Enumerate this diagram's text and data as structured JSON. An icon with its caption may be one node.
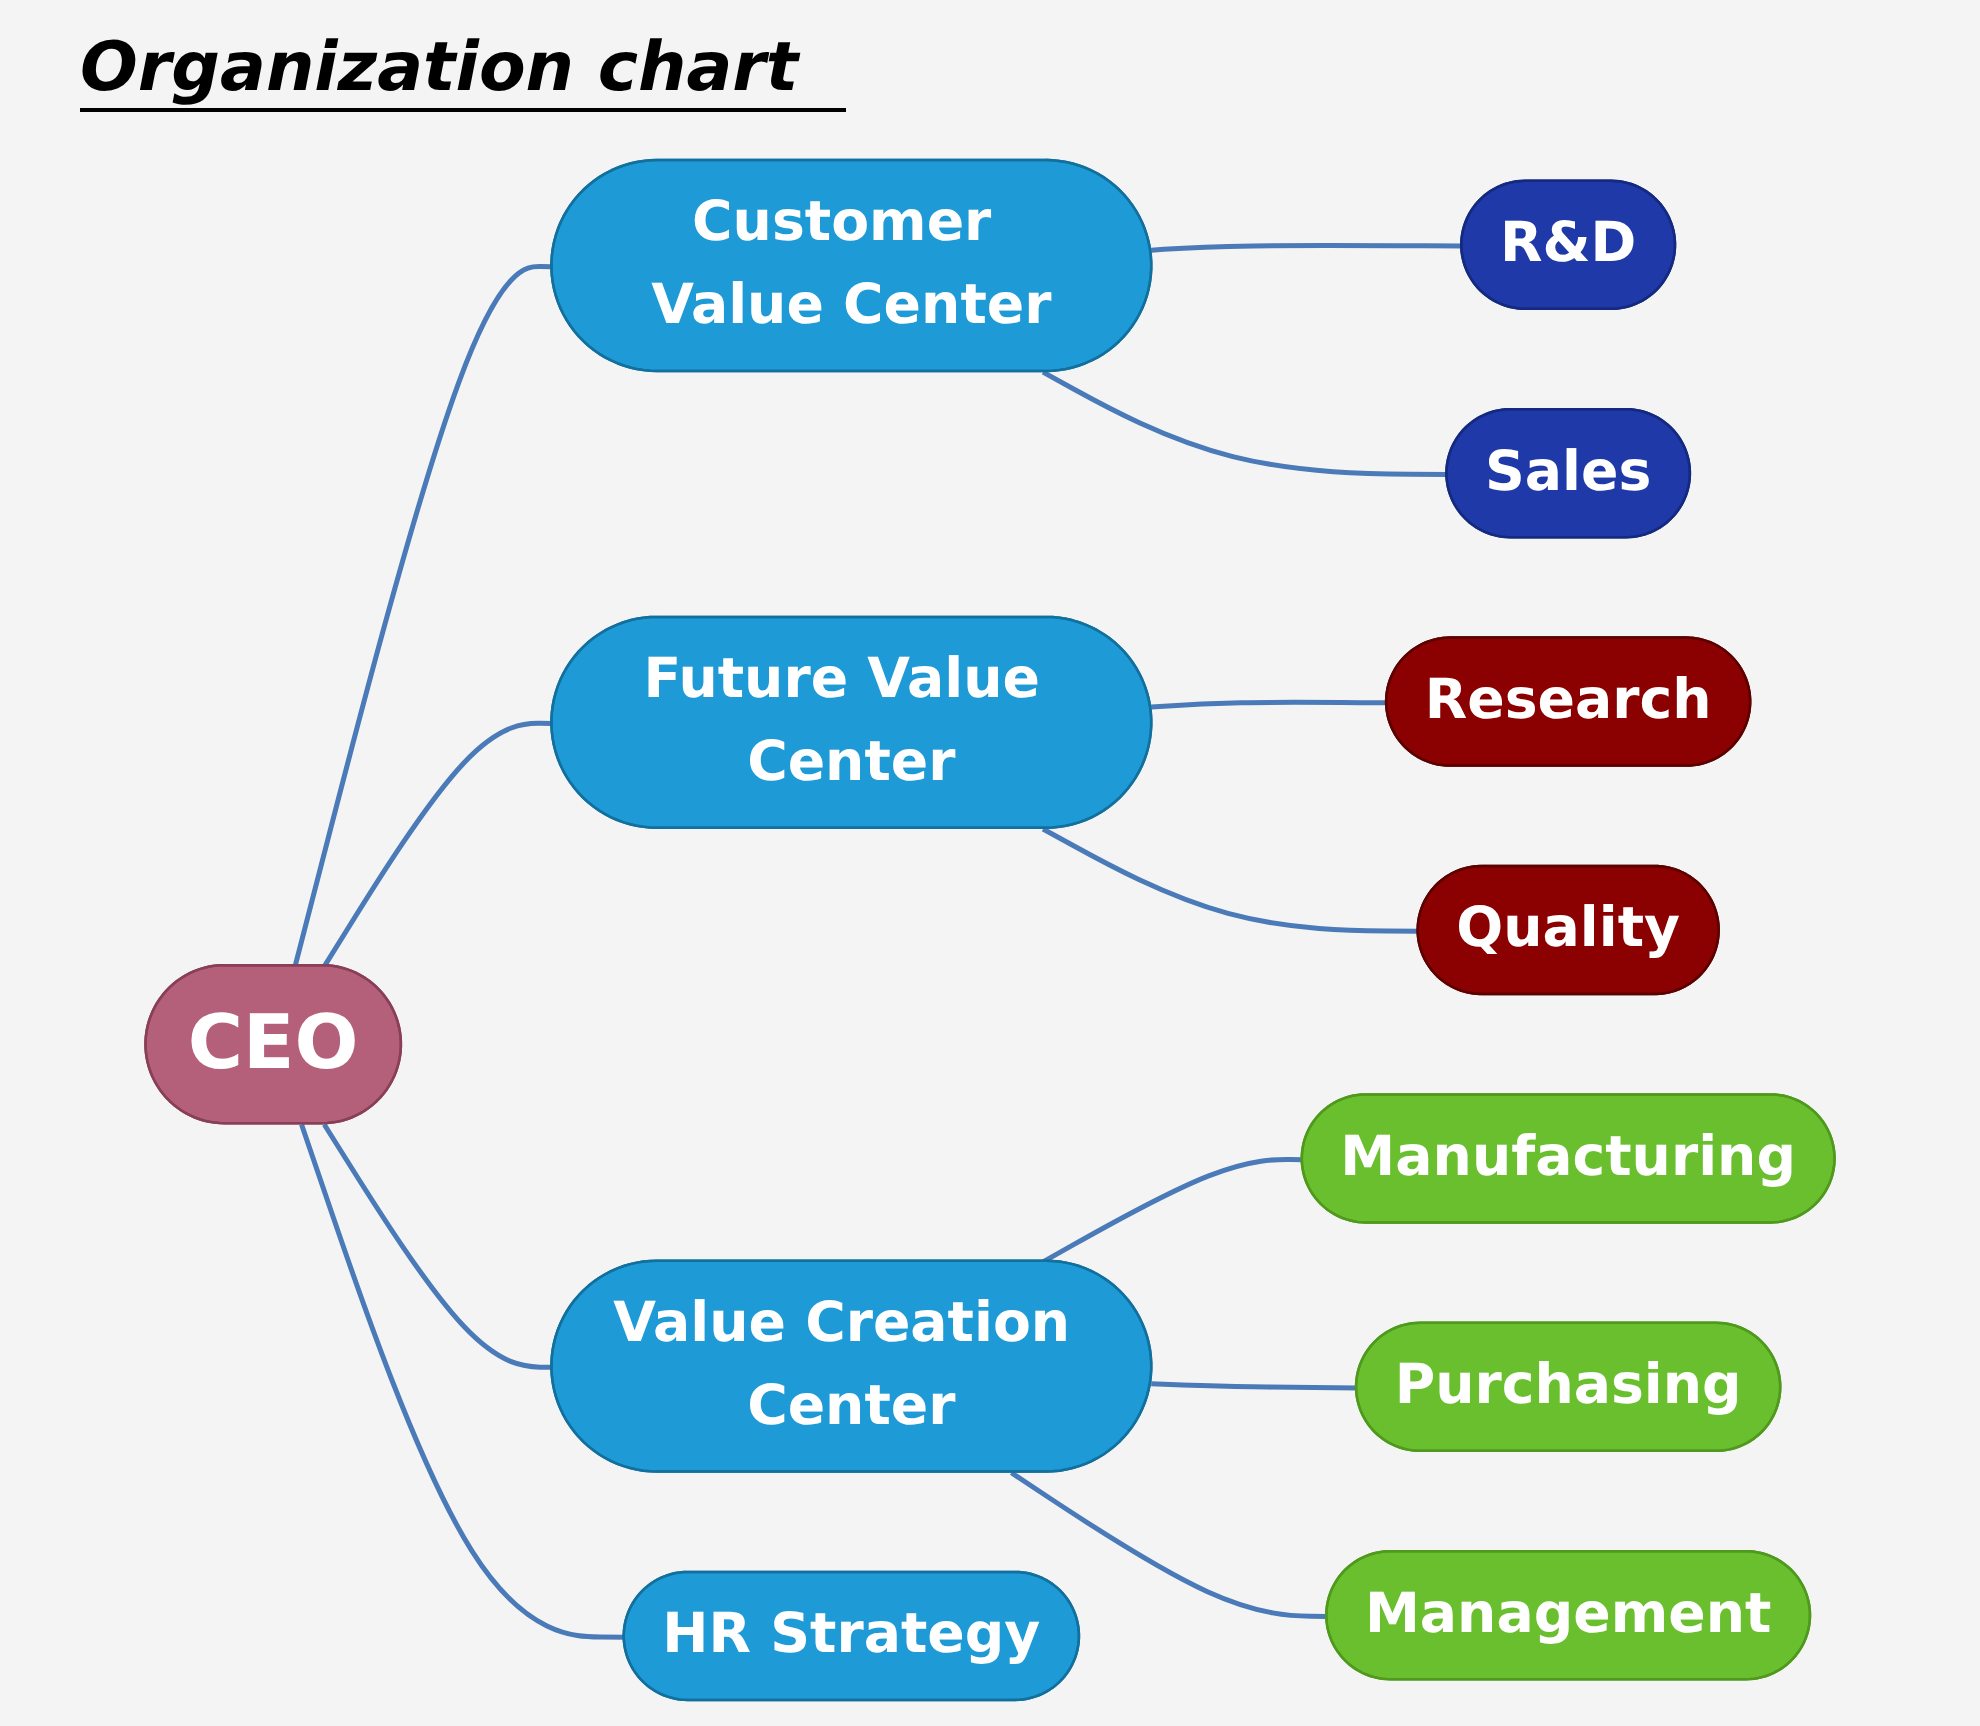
{
  "diagram": {
    "title": "Organization chart",
    "nodes": [
      {
        "text": [
          "CEO"
        ]
      },
      {
        "text": [
          "Customer Value Center"
        ]
      },
      {
        "text": [
          "Future Value Center"
        ]
      },
      {
        "text": [
          "Value Creation Center"
        ]
      },
      {
        "text": [
          "HR Strategy"
        ]
      },
      {
        "text": [
          "R&D"
        ]
      },
      {
        "text": [
          "Sales"
        ]
      },
      {
        "text": [
          "Research"
        ]
      },
      {
        "text": [
          "Quality"
        ]
      },
      {
        "text": [
          "Manufacturing"
        ]
      },
      {
        "text": [
          "Purchasing"
        ]
      },
      {
        "text": [
          "Management"
        ]
      }
    ],
    "edges": [
      {
        "from": 0,
        "to": 1,
        "arrow": "none"
      },
      {
        "from": 0,
        "to": 2,
        "arrow": "none"
      },
      {
        "from": 0,
        "to": 3,
        "arrow": "none"
      },
      {
        "from": 0,
        "to": 4,
        "arrow": "none"
      },
      {
        "from": 1,
        "to": 5,
        "arrow": "none"
      },
      {
        "from": 1,
        "to": 6,
        "arrow": "none"
      },
      {
        "from": 2,
        "to": 7,
        "arrow": "none"
      },
      {
        "from": 2,
        "to": 8,
        "arrow": "none"
      },
      {
        "from": 3,
        "to": 9,
        "arrow": "none"
      },
      {
        "from": 3,
        "to": 10,
        "arrow": "none"
      },
      {
        "from": 3,
        "to": 11,
        "arrow": "none"
      }
    ]
  }
}
